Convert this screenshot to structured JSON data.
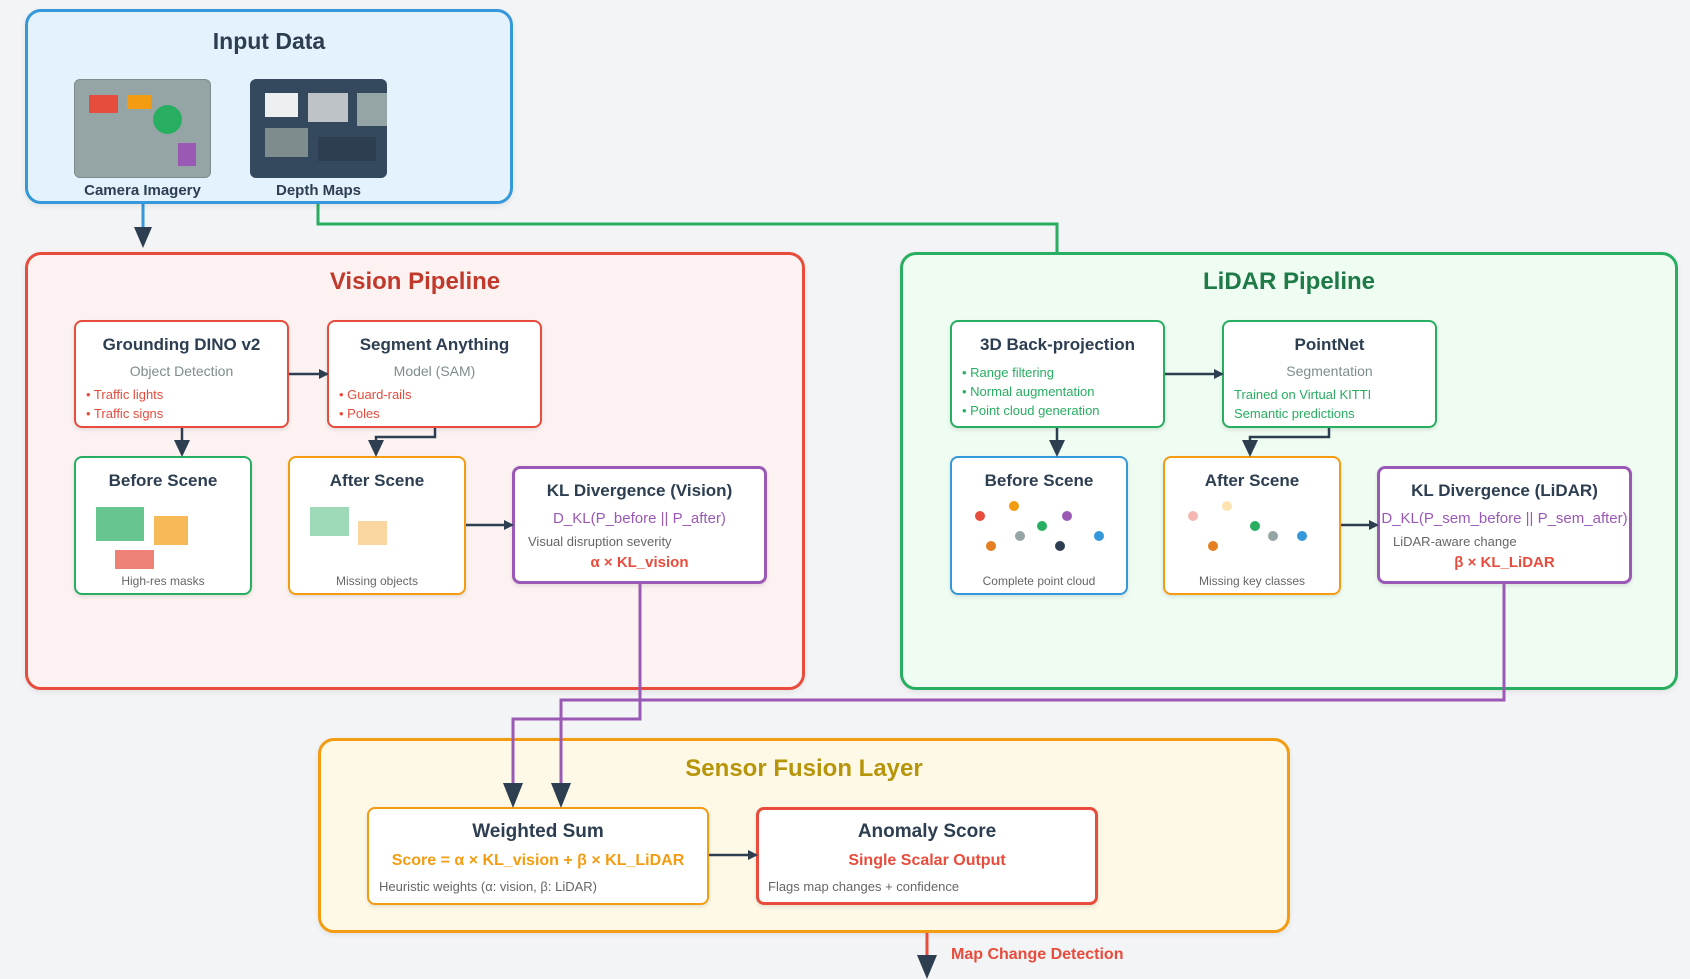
{
  "input": {
    "title": "Input Data",
    "camera_label": "Camera Imagery",
    "depth_label": "Depth Maps"
  },
  "vision": {
    "title": "Vision Pipeline",
    "dino": {
      "title": "Grounding DINO v2",
      "subtitle": "Object Detection",
      "bullets": [
        "• Traffic lights",
        "• Traffic signs"
      ]
    },
    "sam": {
      "title": "Segment Anything",
      "subtitle": "Model (SAM)",
      "bullets": [
        "• Guard-rails",
        "• Poles"
      ]
    },
    "before": {
      "title": "Before Scene",
      "caption": "High-res masks"
    },
    "after": {
      "title": "After Scene",
      "caption": "Missing objects"
    },
    "kl": {
      "title": "KL Divergence (Vision)",
      "formula": "D_KL(P_before || P_after)",
      "desc": "Visual disruption severity",
      "weight": "α × KL_vision"
    }
  },
  "lidar": {
    "title": "LiDAR Pipeline",
    "backproj": {
      "title": "3D Back-projection",
      "bullets": [
        "• Range filtering",
        "• Normal augmentation",
        "• Point cloud generation"
      ]
    },
    "pointnet": {
      "title": "PointNet",
      "subtitle": "Segmentation",
      "notes": [
        "Trained on Virtual KITTI",
        "Semantic predictions"
      ]
    },
    "before": {
      "title": "Before Scene",
      "caption": "Complete point cloud"
    },
    "after": {
      "title": "After Scene",
      "caption": "Missing key classes"
    },
    "kl": {
      "title": "KL Divergence (LiDAR)",
      "formula": "D_KL(P_sem_before || P_sem_after)",
      "desc": "LiDAR-aware change",
      "weight": "β × KL_LiDAR"
    }
  },
  "fusion": {
    "title": "Sensor Fusion Layer",
    "weighted": {
      "title": "Weighted Sum",
      "formula": "Score = α × KL_vision + β × KL_LiDAR",
      "desc": "Heuristic weights (α: vision, β: LiDAR)"
    },
    "anomaly": {
      "title": "Anomaly Score",
      "subtitle": "Single Scalar Output",
      "desc": "Flags map changes + confidence"
    }
  },
  "output_label": "Map Change Detection",
  "colors": {
    "input": "#3498db",
    "vision": "#e74c3c",
    "lidar": "#27ae60",
    "fusion": "#f39c12",
    "kl": "#9b59b6",
    "arrow": "#2c3e50"
  }
}
